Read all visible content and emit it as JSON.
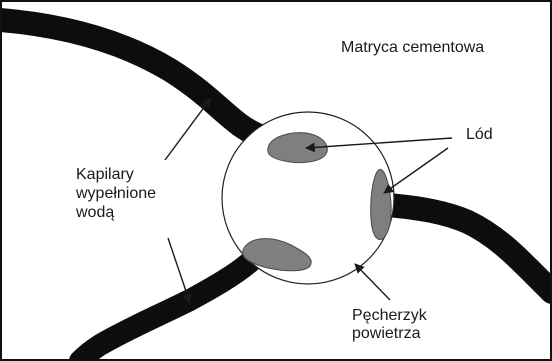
{
  "diagram": {
    "labels": {
      "matrix": "Matryca cementowa",
      "ice": "Lód",
      "capillaries": [
        "Kapilary",
        "wypełnione",
        "wodą"
      ],
      "bubble": [
        "Pęcherzyk",
        "powietrza"
      ]
    }
  },
  "colors": {
    "capillary_fill": "#0d0d0d",
    "ice_fill": "#7f7f7f",
    "bubble_stroke": "#222222",
    "arrow_stroke": "#1a1a1a",
    "frame_stroke": "#111111"
  }
}
